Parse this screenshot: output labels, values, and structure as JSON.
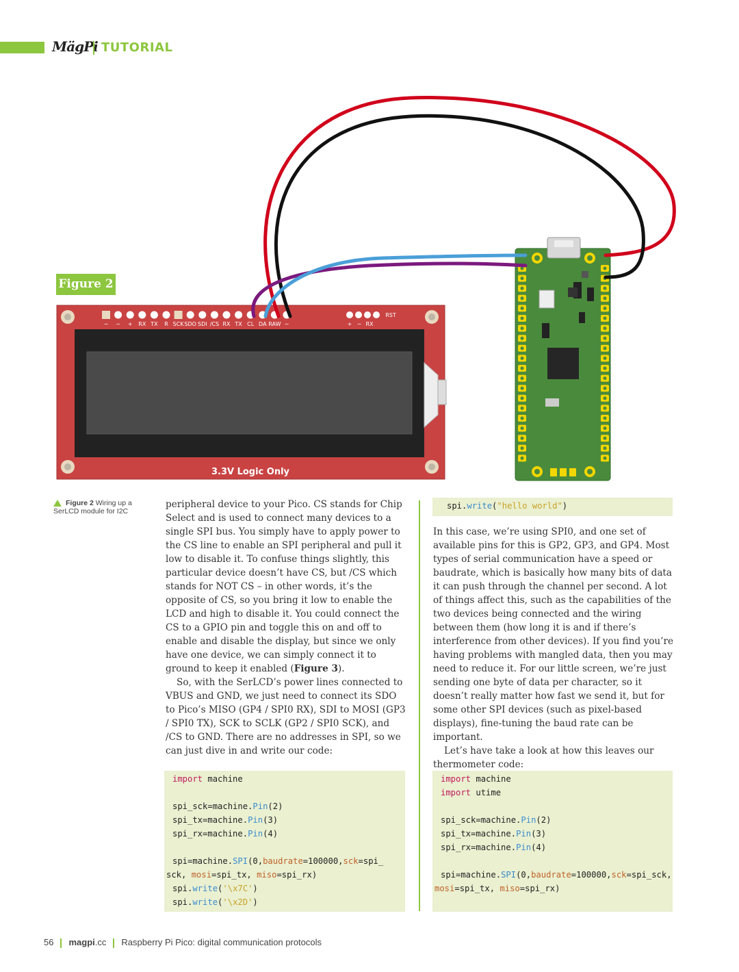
{
  "header": {
    "logo": "MägPi",
    "section": "TUTORIAL",
    "accent_color": "#8dc63f"
  },
  "figure": {
    "label": "Figure 2",
    "caption_bold": "Figure 2",
    "caption_text": "Wiring up a SerLCD module for I2C",
    "lcd": {
      "pins_left": [
        "−",
        "−",
        "+",
        "RX",
        "TX",
        "R",
        "SCK",
        "SDO",
        "SDI",
        "/CS",
        "RX",
        "TX",
        "CL",
        "DA",
        "RAW",
        "−"
      ],
      "pins_right": [
        "+",
        "−",
        "RX",
        "RST"
      ],
      "bottom_label": "3.3V Logic Only",
      "board_color": "#c94343"
    },
    "wires": [
      {
        "color": "#d0021b",
        "name": "red-wire"
      },
      {
        "color": "#111111",
        "name": "black-wire"
      },
      {
        "color": "#7b1a7e",
        "name": "purple-wire"
      },
      {
        "color": "#4a9fd8",
        "name": "blue-wire"
      }
    ]
  },
  "col1": {
    "p1": "peripheral device to your Pico. CS stands for Chip Select and is used to connect many devices to a single SPI bus. You simply have to apply power to the CS line to enable an SPI peripheral and pull it low to disable it. To confuse things slightly, this particular device doesn’t have CS, but /CS which stands for NOT CS – in other words, it’s the opposite of CS, so you bring it low to enable the LCD and high to disable it. You could connect the CS to a GPIO pin and toggle this on and off to enable and disable the display, but since we only have one device, we can simply connect it to ground to keep it enabled (",
    "p1_bold": "Figure 3",
    "p1_end": ").",
    "p2": "So, with the SerLCD’s power lines connected to VBUS and GND, we just need to connect its SDO to Pico’s MISO (GP4 / SPI0 RX), SDI to MOSI (GP3 / SPI0 TX), SCK to SCLK (GP2 / SPI0 SCK), and /CS to GND. There are no addresses in SPI, so we can just dive in and write our code:"
  },
  "code1": {
    "l1_kw": "import",
    "l1_rest": " machine",
    "l3": "spi_sck=machine.",
    "l3_fn": "Pin",
    "l3_end": "(2)",
    "l4": "spi_tx=machine.",
    "l4_fn": "Pin",
    "l4_end": "(3)",
    "l5": "spi_rx=machine.",
    "l5_fn": "Pin",
    "l5_end": "(4)",
    "l7a": "spi=machine.",
    "l7_fn": "SPI",
    "l7b": "(0,",
    "l7_ar1": "baudrate",
    "l7c": "=100000,",
    "l7_ar2": "sck",
    "l7d": "=spi_",
    "l8a": "sck, ",
    "l8_ar1": "mosi",
    "l8b": "=spi_tx, ",
    "l8_ar2": "miso",
    "l8c": "=spi_rx)",
    "l9a": "spi.",
    "l9_fn": "write",
    "l9b": "(",
    "l9_st": "'\\x7C'",
    "l9c": ")",
    "l10a": "spi.",
    "l10_fn": "write",
    "l10b": "(",
    "l10_st": "'\\x2D'",
    "l10c": ")"
  },
  "code2": {
    "a": "spi.",
    "fn": "write",
    "b": "(",
    "st": "\"hello world\"",
    "c": ")"
  },
  "col2": {
    "p1": "In this case, we’re using SPI0, and one set of available pins for this is GP2, GP3, and GP4. Most types of serial communication have a speed or baudrate, which is basically how many bits of data it can push through the channel per second. A lot of things affect this, such as the capabilities of the two devices being connected and the wiring between them (how long it is and if there’s interference from other devices). If you find you’re having problems with mangled data, then you may need to reduce it. For our little screen, we’re just sending one byte of data per character, so it doesn’t really matter how fast we send it, but for some other SPI devices (such as pixel-based displays), fine-tuning the baud rate can be important.",
    "p2": "Let’s have take a look at how this leaves our thermometer code:"
  },
  "code3": {
    "l1_kw": "import",
    "l1_rest": " machine",
    "l2_kw": "import",
    "l2_rest": " utime",
    "l4": "spi_sck=machine.",
    "l4_fn": "Pin",
    "l4_end": "(2)",
    "l5": "spi_tx=machine.",
    "l5_fn": "Pin",
    "l5_end": "(3)",
    "l6": "spi_rx=machine.",
    "l6_fn": "Pin",
    "l6_end": "(4)",
    "l8a": "spi=machine.",
    "l8_fn": "SPI",
    "l8b": "(0,",
    "l8_ar1": "baudrate",
    "l8c": "=100000,",
    "l8_ar2": "sck",
    "l8d": "=spi_sck,",
    "l9_ar1": "mosi",
    "l9b": "=spi_tx, ",
    "l9_ar2": "miso",
    "l9c": "=spi_rx)"
  },
  "footer": {
    "page": "56",
    "site": "magpi",
    "site_tld": ".cc",
    "article": "Raspberry Pi Pico: digital communication protocols"
  }
}
